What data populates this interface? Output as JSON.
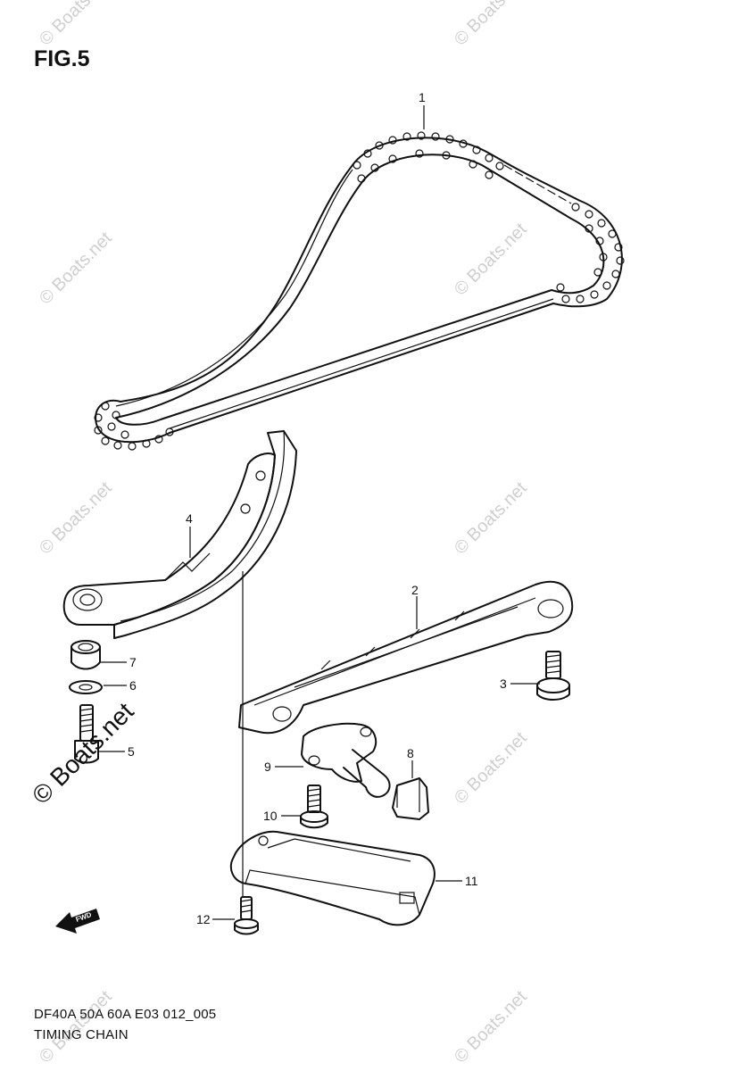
{
  "figure": {
    "title": "FIG.5",
    "code": "DF40A 50A 60A E03 012_005",
    "name": "TIMING CHAIN"
  },
  "watermark": {
    "text": "© Boats.net",
    "count": 10
  },
  "fwd_label": "FWD",
  "callouts": [
    "1",
    "2",
    "3",
    "4",
    "5",
    "6",
    "7",
    "8",
    "9",
    "10",
    "11",
    "12"
  ],
  "parts": [
    {
      "no": "1",
      "label": "timing-chain"
    },
    {
      "no": "2",
      "label": "chain-guide"
    },
    {
      "no": "3",
      "label": "guide-bolt"
    },
    {
      "no": "4",
      "label": "tensioner-guide"
    },
    {
      "no": "5",
      "label": "bolt"
    },
    {
      "no": "6",
      "label": "washer"
    },
    {
      "no": "7",
      "label": "spacer"
    },
    {
      "no": "8",
      "label": "tensioner-adjuster-shoe"
    },
    {
      "no": "9",
      "label": "tensioner-adjuster"
    },
    {
      "no": "10",
      "label": "adjuster-bolt"
    },
    {
      "no": "11",
      "label": "chain-cover-plate"
    },
    {
      "no": "12",
      "label": "plate-bolt"
    }
  ]
}
